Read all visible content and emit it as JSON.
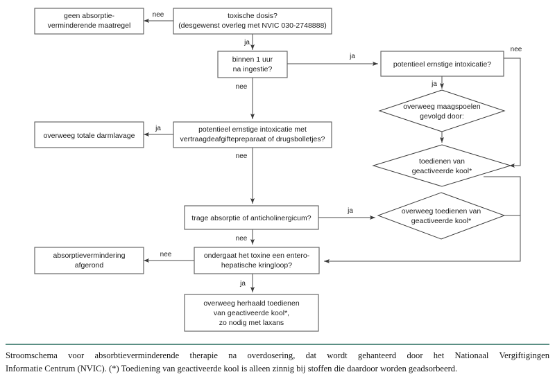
{
  "diagram": {
    "title": "Stroomschema absorptieverminderende therapie",
    "nodes": {
      "geen_maatregel": {
        "line1": "geen absorptie-",
        "line2": "verminderende maatregel"
      },
      "toxische_dosis": {
        "line1": "toxische dosis?",
        "line2": "(desgewenst overleg met NVIC 030-2748888)"
      },
      "binnen_1_uur": {
        "line1": "binnen 1 uur",
        "line2": "na ingestie?"
      },
      "potentieel_ernstige_intoxicatie": {
        "line1": "potentieel ernstige intoxicatie?"
      },
      "overweeg_maagspoelen": {
        "line1": "overweeg maagspoelen",
        "line2": "gevolgd door:"
      },
      "toedienen_kool": {
        "line1": "toedienen van",
        "line2": "geactiveerde kool*"
      },
      "overweeg_totale_darmlavage": {
        "line1": "overweeg totale darmlavage"
      },
      "intoxicatie_vertraagd": {
        "line1": "potentieel ernstige intoxicatie met",
        "line2": "vertraagdeafgiftepreparaat of drugsbolletjes?"
      },
      "trage_absorptie": {
        "line1": "trage absorptie of anticholinergicum?"
      },
      "overweeg_toedienen_kool": {
        "line1": "overweeg toedienen van",
        "line2": "geactiveerde kool*"
      },
      "absorptievermindering_afgerond": {
        "line1": "absorptievermindering",
        "line2": "afgerond"
      },
      "enterohepatische_kringloop": {
        "line1": "ondergaat het toxine een entero-",
        "line2": "hepatische kringloop?"
      },
      "overweeg_herhaald": {
        "line1": "overweeg herhaald toedienen",
        "line2": "van geactiveerde kool*,",
        "line3": "zo nodig met laxans"
      }
    },
    "edge_labels": {
      "nee_top": "nee",
      "ja_toxische": "ja",
      "ja_binnen_uur": "ja",
      "nee_binnen_uur": "nee",
      "nee_intoxicatie": "nee",
      "ja_intoxicatie": "ja",
      "ja_vertraagd": "ja",
      "nee_vertraagd": "nee",
      "ja_trage": "ja",
      "nee_trage": "nee",
      "nee_kringloop": "nee",
      "ja_kringloop": "ja"
    },
    "colors": {
      "box_stroke": "#5a5a5a",
      "diamond_stroke": "#3d3d3d",
      "edge_stroke": "#4a4a4a",
      "text": "#1a1a1a",
      "rule": "#5b8f84"
    }
  },
  "caption": {
    "line1": "Stroomschema voor absorbtieverminderende therapie na overdosering, dat wordt gehanteerd door het Nationaal Vergiftigingen",
    "line2": "Informatie Centrum (NVIC). (*) Toediening van geactiveerde kool is alleen zinnig bij stoffen die daardoor worden geadsorbeerd."
  }
}
